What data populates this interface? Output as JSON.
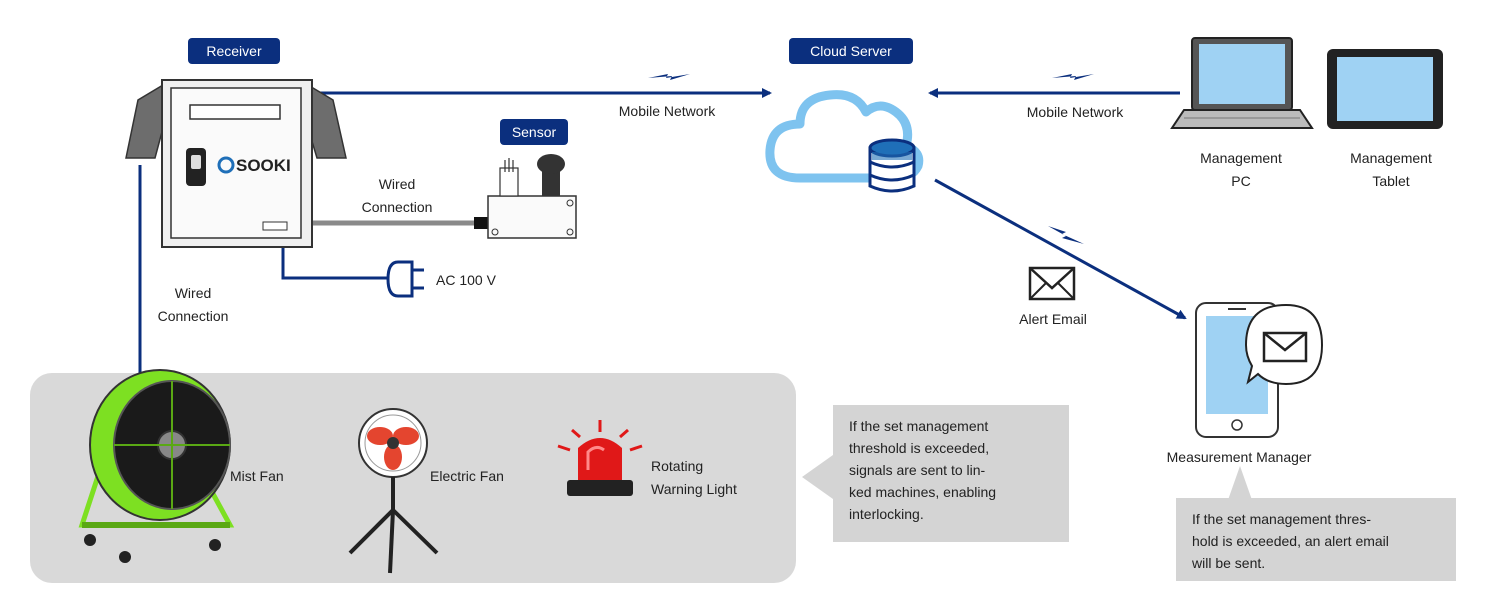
{
  "nodes": {
    "receiver": "Receiver",
    "cloud": "Cloud Server",
    "sensor": "Sensor",
    "brand": "SOOKI"
  },
  "links": {
    "mobile_left": "Mobile Network",
    "mobile_right": "Mobile Network",
    "wired_sensor_1": "Wired",
    "wired_sensor_2": "Connection",
    "wired_devices_1": "Wired",
    "wired_devices_2": "Connection",
    "power": "AC 100 V",
    "alert": "Alert Email"
  },
  "devices": {
    "pc_1": "Management",
    "pc_2": "PC",
    "tablet_1": "Management",
    "tablet_2": "Tablet",
    "manager": "Measurement Manager"
  },
  "machines": {
    "mist_fan": "Mist Fan",
    "electric_fan": "Electric Fan",
    "warning_light_1": "Rotating",
    "warning_light_2": "Warning Light"
  },
  "notes": {
    "interlock": "If the set management\nthreshold is exceeded,\nsignals are sent to lin-\nked machines, enabling\ninterlocking.",
    "email": "If the set management thres-\nhold is exceeded, an alert email\nwill be sent."
  },
  "colors": {
    "navy": "#0b2f7e",
    "cloud": "#7ec3ef",
    "panel": "#d9d9d9",
    "note": "#d4d4d4",
    "fan_green": "#7de022",
    "fan_red": "#e4452f",
    "light_red": "#e01818"
  }
}
